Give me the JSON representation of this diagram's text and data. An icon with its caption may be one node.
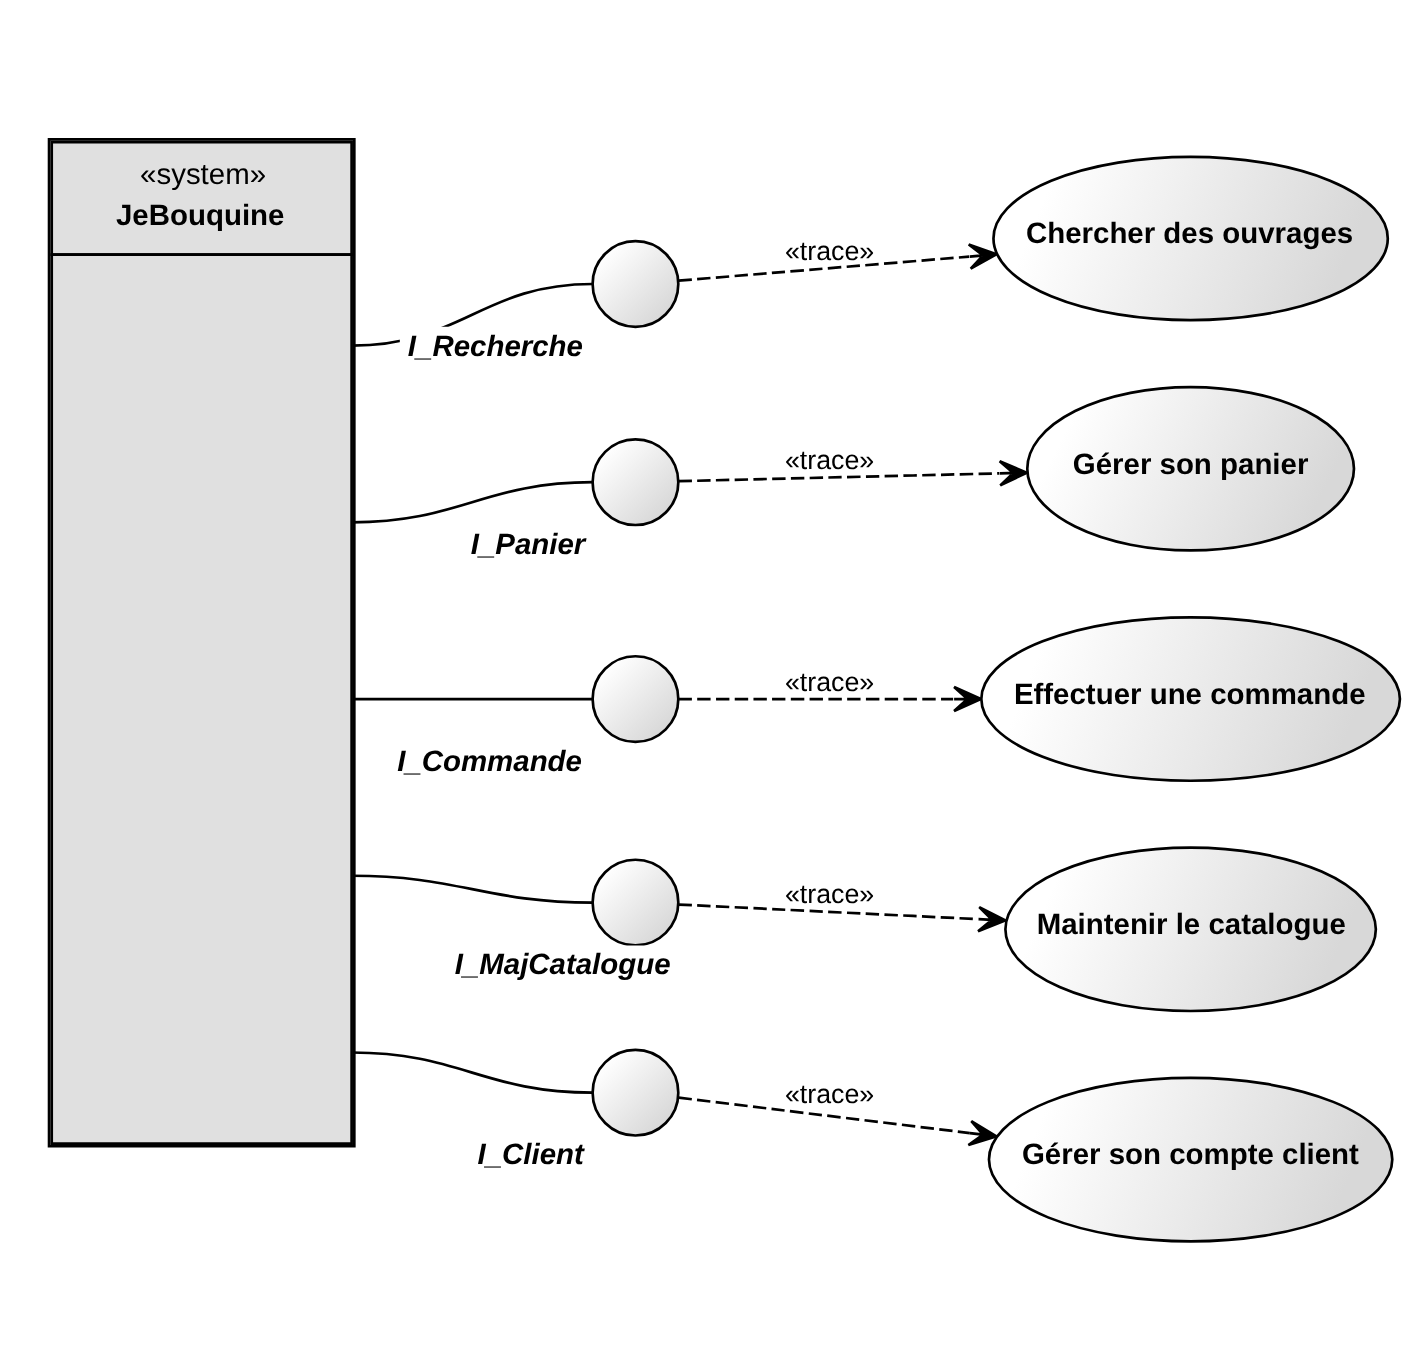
{
  "diagram": {
    "nodes": [
      {
        "text": [
          "«system»",
          "JeBouquine"
        ]
      },
      {
        "text": [
          "I_Recherche"
        ]
      },
      {
        "text": [
          "Chercher des ouvrages"
        ]
      },
      {
        "text": [
          "I_Panier"
        ]
      },
      {
        "text": [
          "Gérer son panier"
        ]
      },
      {
        "text": [
          "I_Commande"
        ]
      },
      {
        "text": [
          "Effectuer une commande"
        ]
      },
      {
        "text": [
          "I_MajCatalogue"
        ]
      },
      {
        "text": [
          "Maintenir le catalogue"
        ]
      },
      {
        "text": [
          "I_Client"
        ]
      },
      {
        "text": [
          "Gérer son compte client"
        ]
      }
    ],
    "edges": [
      {
        "from": 0,
        "to": 1,
        "arrow": "none"
      },
      {
        "from": 1,
        "to": 2,
        "arrow": "to",
        "style": "dashed",
        "label": "«trace»"
      },
      {
        "from": 0,
        "to": 3,
        "arrow": "none"
      },
      {
        "from": 3,
        "to": 4,
        "arrow": "to",
        "style": "dashed",
        "label": "«trace»"
      },
      {
        "from": 0,
        "to": 5,
        "arrow": "none"
      },
      {
        "from": 5,
        "to": 6,
        "arrow": "to",
        "style": "dashed",
        "label": "«trace»"
      },
      {
        "from": 0,
        "to": 7,
        "arrow": "none"
      },
      {
        "from": 7,
        "to": 8,
        "arrow": "to",
        "style": "dashed",
        "label": "«trace»"
      },
      {
        "from": 0,
        "to": 9,
        "arrow": "none"
      },
      {
        "from": 9,
        "to": 10,
        "arrow": "to",
        "style": "dashed",
        "label": "«trace»"
      }
    ]
  }
}
